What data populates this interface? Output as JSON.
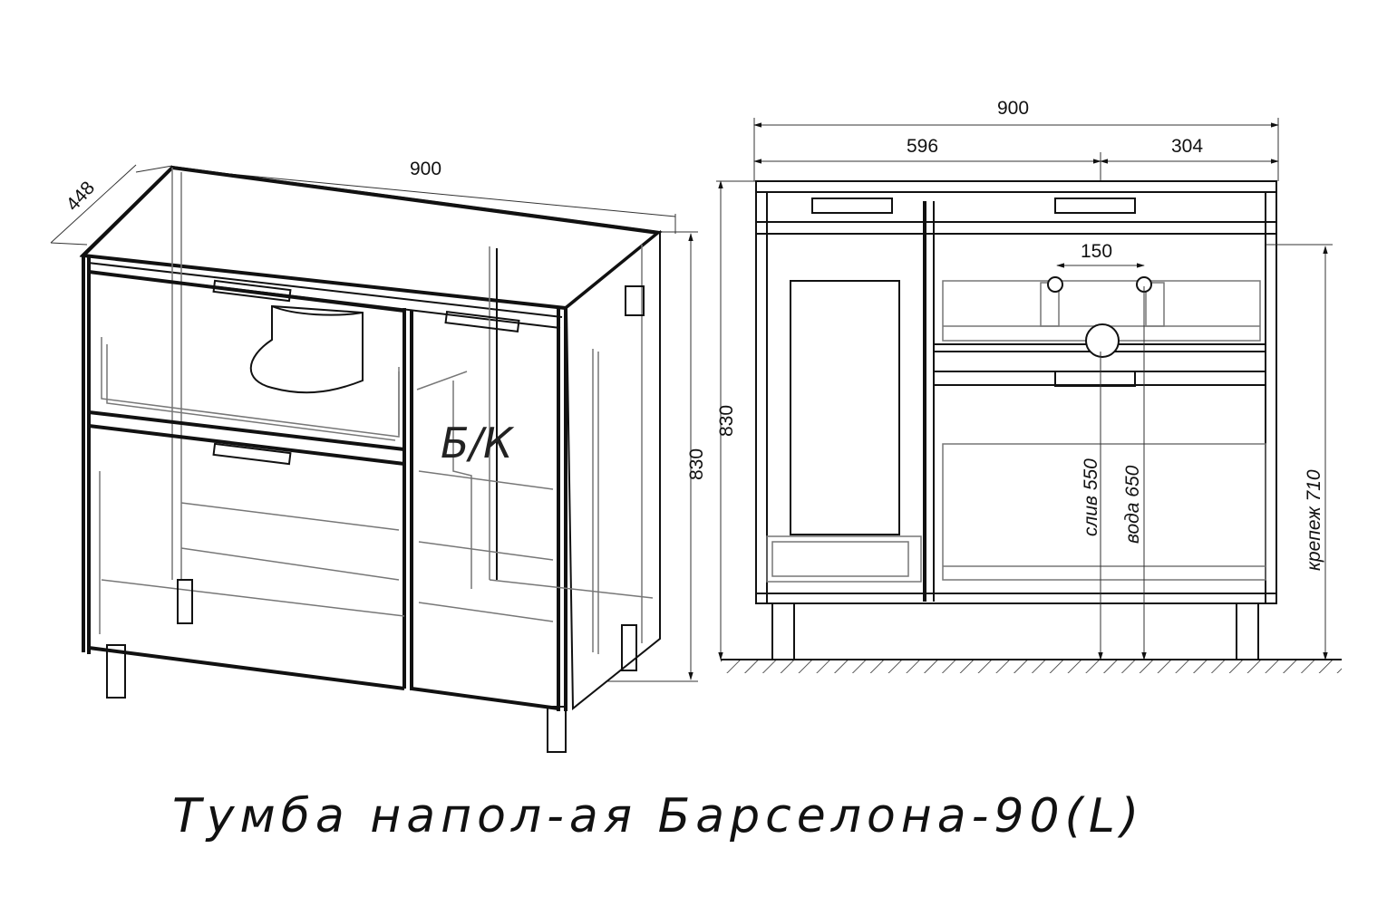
{
  "title": "Тумба напол-ая Барселона-90(L)",
  "iso_view": {
    "dim_width": "900",
    "dim_depth": "448",
    "dim_height": "830",
    "section_mark": "Б/К"
  },
  "front_view": {
    "dim_total_width": "900",
    "dim_left_width": "596",
    "dim_right_width": "304",
    "dim_height": "830",
    "dim_pipe_spacing": "150",
    "drain_label": "слив 550",
    "water_label": "вода 650",
    "mount_label": "крепеж 710"
  }
}
